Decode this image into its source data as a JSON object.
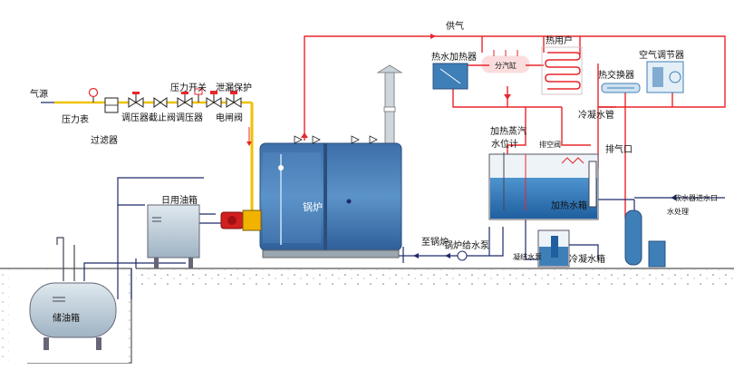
{
  "labels": {
    "gas_source": "气源",
    "pressure_gauge": "压力表",
    "filter": "过滤器",
    "regulator_shutoff": "调压器截止阀调压器",
    "pressure_switch": "压力开关",
    "leak_protection": "泄漏保护",
    "solenoid_valve": "电闸阀",
    "steam_supply": "供气",
    "hot_water_heater": "热水加热器",
    "steam_header": "分汽缸",
    "heat_user": "热用户",
    "heat_exchanger": "热交换器",
    "air_conditioner": "空气调节器",
    "condensate_pipe": "冷凝水管",
    "heating_steam": "加热蒸汽",
    "water_level_gauge": "水位计",
    "drain_air": "排空阀",
    "vent": "排气口",
    "soft_water_inlet": "软水器进水口",
    "water_treatment": "水处理",
    "heating_tank": "加热水箱",
    "condensate_pump": "凝结水泵",
    "condensate_tank": "冷凝水箱",
    "to_boiler": "至锅炉",
    "feed_pump": "锅炉给水泵",
    "boiler": "锅炉",
    "daily_tank": "日用油箱",
    "storage_tank": "储油箱"
  },
  "colors": {
    "steam_pipe": "#e8262c",
    "water_pipe": "#1f2a6b",
    "gas_pipe": "#f0c200",
    "boiler_body": "#3f7fb8",
    "boiler_light": "#6aa5d6",
    "ground": "#555555",
    "burner": "#d21f1f"
  }
}
